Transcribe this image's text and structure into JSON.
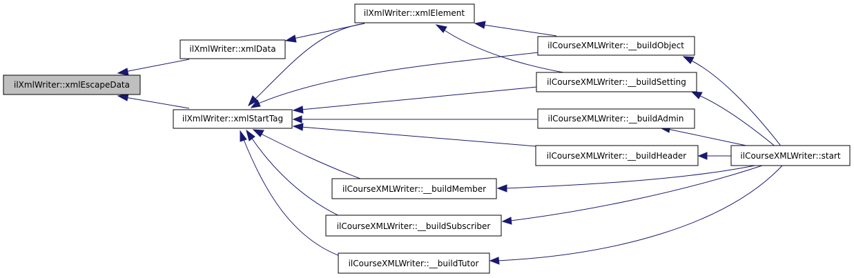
{
  "diagram": {
    "colors": {
      "edge": "#191970",
      "node_border": "#000000",
      "node_fill": "#ffffff",
      "root_fill": "#bfbfbf"
    },
    "nodes": {
      "escape": "ilXmlWriter::xmlEscapeData",
      "xmlData": "ilXmlWriter::xmlData",
      "xmlStartTag": "ilXmlWriter::xmlStartTag",
      "xmlElement": "ilXmlWriter::xmlElement",
      "buildObject": "ilCourseXMLWriter::__buildObject",
      "buildSetting": "ilCourseXMLWriter::__buildSetting",
      "buildAdmin": "ilCourseXMLWriter::__buildAdmin",
      "buildHeader": "ilCourseXMLWriter::__buildHeader",
      "buildMember": "ilCourseXMLWriter::__buildMember",
      "buildSubscriber": "ilCourseXMLWriter::__buildSubscriber",
      "buildTutor": "ilCourseXMLWriter::__buildTutor",
      "start": "ilCourseXMLWriter::start"
    },
    "edges": [
      {
        "from": "xmlData",
        "to": "escape"
      },
      {
        "from": "xmlStartTag",
        "to": "escape"
      },
      {
        "from": "xmlElement",
        "to": "xmlData"
      },
      {
        "from": "xmlElement",
        "to": "xmlStartTag"
      },
      {
        "from": "buildObject",
        "to": "xmlElement"
      },
      {
        "from": "buildSetting",
        "to": "xmlElement"
      },
      {
        "from": "buildObject",
        "to": "xmlStartTag"
      },
      {
        "from": "buildSetting",
        "to": "xmlStartTag"
      },
      {
        "from": "buildAdmin",
        "to": "xmlStartTag"
      },
      {
        "from": "buildHeader",
        "to": "xmlStartTag"
      },
      {
        "from": "buildMember",
        "to": "xmlStartTag"
      },
      {
        "from": "buildSubscriber",
        "to": "xmlStartTag"
      },
      {
        "from": "buildTutor",
        "to": "xmlStartTag"
      },
      {
        "from": "start",
        "to": "buildObject"
      },
      {
        "from": "start",
        "to": "buildSetting"
      },
      {
        "from": "start",
        "to": "buildAdmin"
      },
      {
        "from": "start",
        "to": "buildHeader"
      },
      {
        "from": "start",
        "to": "buildMember"
      },
      {
        "from": "start",
        "to": "buildSubscriber"
      },
      {
        "from": "start",
        "to": "buildTutor"
      }
    ]
  }
}
